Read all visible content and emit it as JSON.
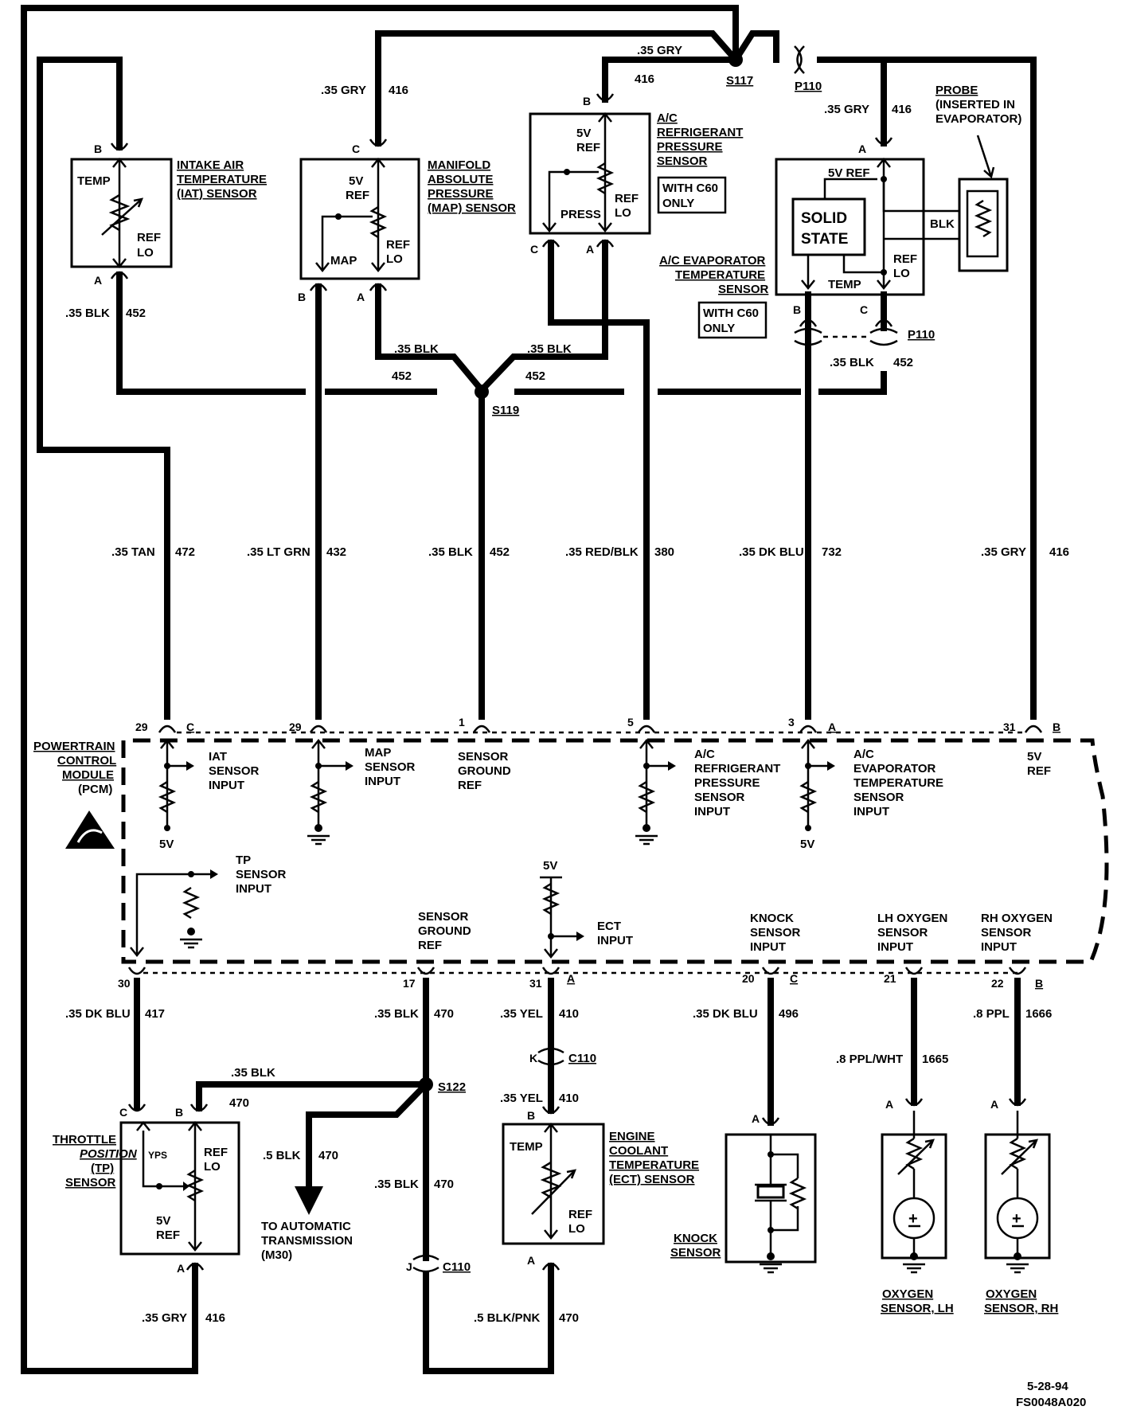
{
  "labels": {
    "iat": [
      "INTAKE AIR",
      "TEMPERATURE",
      "(IAT) SENSOR"
    ],
    "map": [
      "MANIFOLD",
      "ABSOLUTE",
      "PRESSURE",
      "(MAP) SENSOR"
    ],
    "ac_ref": [
      "A/C",
      "REFRIGERANT",
      "PRESSURE",
      "SENSOR"
    ],
    "with_c60": [
      "WITH C60",
      "ONLY"
    ],
    "ac_evap": [
      "A/C EVAPORATOR",
      "TEMPERATURE",
      "SENSOR"
    ],
    "probe": [
      "PROBE",
      "(INSERTED IN",
      "EVAPORATOR)"
    ],
    "pcm": [
      "POWERTRAIN",
      "CONTROL",
      "MODULE",
      "(PCM)"
    ],
    "tp_sensor": [
      "THROTTLE",
      "POSITION",
      "(TP)",
      "SENSOR"
    ],
    "ect_sensor": [
      "ENGINE",
      "COOLANT",
      "TEMPERATURE",
      "(ECT) SENSOR"
    ],
    "knock_sensor": [
      "KNOCK",
      "SENSOR"
    ],
    "o2_lh": [
      "OXYGEN",
      "SENSOR, LH"
    ],
    "o2_rh": [
      "OXYGEN",
      "SENSOR, RH"
    ],
    "to_trans": [
      "TO AUTOMATIC",
      "TRANSMISSION",
      "(M30)"
    ],
    "solid_state": [
      "SOLID",
      "STATE"
    ]
  },
  "inner": {
    "temp": "TEMP",
    "ref_lo": [
      "REF",
      "LO"
    ],
    "five_v_ref": [
      "5V",
      "REF"
    ],
    "map": "MAP",
    "press": "PRESS",
    "five_v_ref_inline": "5V REF",
    "blk": "BLK",
    "tps": "YPS"
  },
  "pcm_inputs": {
    "iat": [
      "IAT",
      "SENSOR",
      "INPUT"
    ],
    "map": [
      "MAP",
      "SENSOR",
      "INPUT"
    ],
    "sensor_ground": [
      "SENSOR",
      "GROUND",
      "REF"
    ],
    "ac_ref": [
      "A/C",
      "REFRIGERANT",
      "PRESSURE",
      "SENSOR",
      "INPUT"
    ],
    "ac_evap": [
      "A/C",
      "EVAPORATOR",
      "TEMPERATURE",
      "SENSOR",
      "INPUT"
    ],
    "five_v_ref": [
      "5V",
      "REF"
    ],
    "tp": [
      "TP",
      "SENSOR",
      "INPUT"
    ],
    "sensor_ground_2": [
      "SENSOR",
      "GROUND",
      "REF"
    ],
    "ect": [
      "ECT",
      "INPUT"
    ],
    "knock": [
      "KNOCK",
      "SENSOR",
      "INPUT"
    ],
    "lh_o2": [
      "LH OXYGEN",
      "SENSOR",
      "INPUT"
    ],
    "rh_o2": [
      "RH OXYGEN",
      "SENSOR",
      "INPUT"
    ],
    "five_v": "5V"
  },
  "wires": {
    "gry_416": [
      ".35 GRY",
      "416"
    ],
    "blk_452": [
      ".35 BLK",
      "452"
    ],
    "tan_472": [
      ".35 TAN",
      "472"
    ],
    "ltgrn_432": [
      ".35 LT GRN",
      "432"
    ],
    "redblk_380": [
      ".35 RED/BLK",
      "380"
    ],
    "dkblu_732": [
      ".35 DK BLU",
      "732"
    ],
    "dkblu_417": [
      ".35 DK BLU",
      "417"
    ],
    "blk_470": [
      ".35 BLK",
      "470"
    ],
    "blk5_470": [
      ".5 BLK",
      "470"
    ],
    "yel_410": [
      ".35 YEL",
      "410"
    ],
    "dkblu_496": [
      ".35 DK BLU",
      "496"
    ],
    "pplwht_1665": [
      ".8 PPL/WHT",
      "1665"
    ],
    "ppl_1666": [
      ".8 PPL",
      "1666"
    ],
    "blkpnk_470": [
      ".5 BLK/PNK",
      "470"
    ],
    "num_452": "452"
  },
  "splices": {
    "s117": "S117",
    "s119": "S119",
    "s122": "S122"
  },
  "connectors": {
    "p110": "P110",
    "c110": "C110"
  },
  "pins": {
    "A": "A",
    "B": "B",
    "C": "C",
    "J": "J",
    "K": "K",
    "p29": "29",
    "p1": "1",
    "p5": "5",
    "p3": "3",
    "p31": "31",
    "p30": "30",
    "p17": "17",
    "p20": "20",
    "p21": "21",
    "p22": "22"
  },
  "footer": {
    "date": "5-28-94",
    "figure_id": "FS0048A020"
  }
}
